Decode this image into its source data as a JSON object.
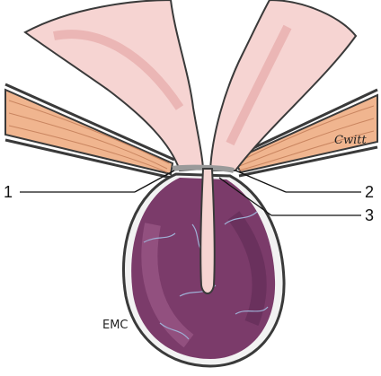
{
  "diagram": {
    "labels": [
      {
        "id": "1",
        "text": "1"
      },
      {
        "id": "2",
        "text": "2"
      },
      {
        "id": "3",
        "text": "3"
      }
    ],
    "signature": "Cwitt",
    "watermark": "EMC",
    "colors": {
      "organ_fill": "#7b3b6a",
      "organ_highlight": "#b06a9a",
      "tube_fill": "#f6d4d2",
      "tube_shadow": "#e7a9a8",
      "muscle_fill": "#f0b58f",
      "muscle_line": "#c98560",
      "outline": "#3a3a3a",
      "membrane": "#9a9a9a",
      "vein": "#9fb0d6"
    }
  }
}
